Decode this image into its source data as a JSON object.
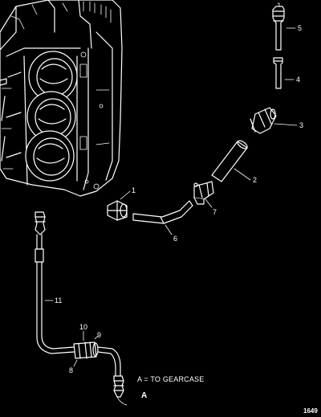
{
  "callouts": {
    "c1": "1",
    "c2": "2",
    "c3": "3",
    "c4": "4",
    "c5": "5",
    "c6": "6",
    "c7": "7",
    "c8": "8",
    "c9": "9",
    "c10": "10",
    "c11": "11"
  },
  "note": "A = TO GEARCASE",
  "end_label": "A",
  "figure_id": "1649",
  "colors": {
    "background": "#000000",
    "line": "#ffffff",
    "shade": "#d0d0d0"
  }
}
